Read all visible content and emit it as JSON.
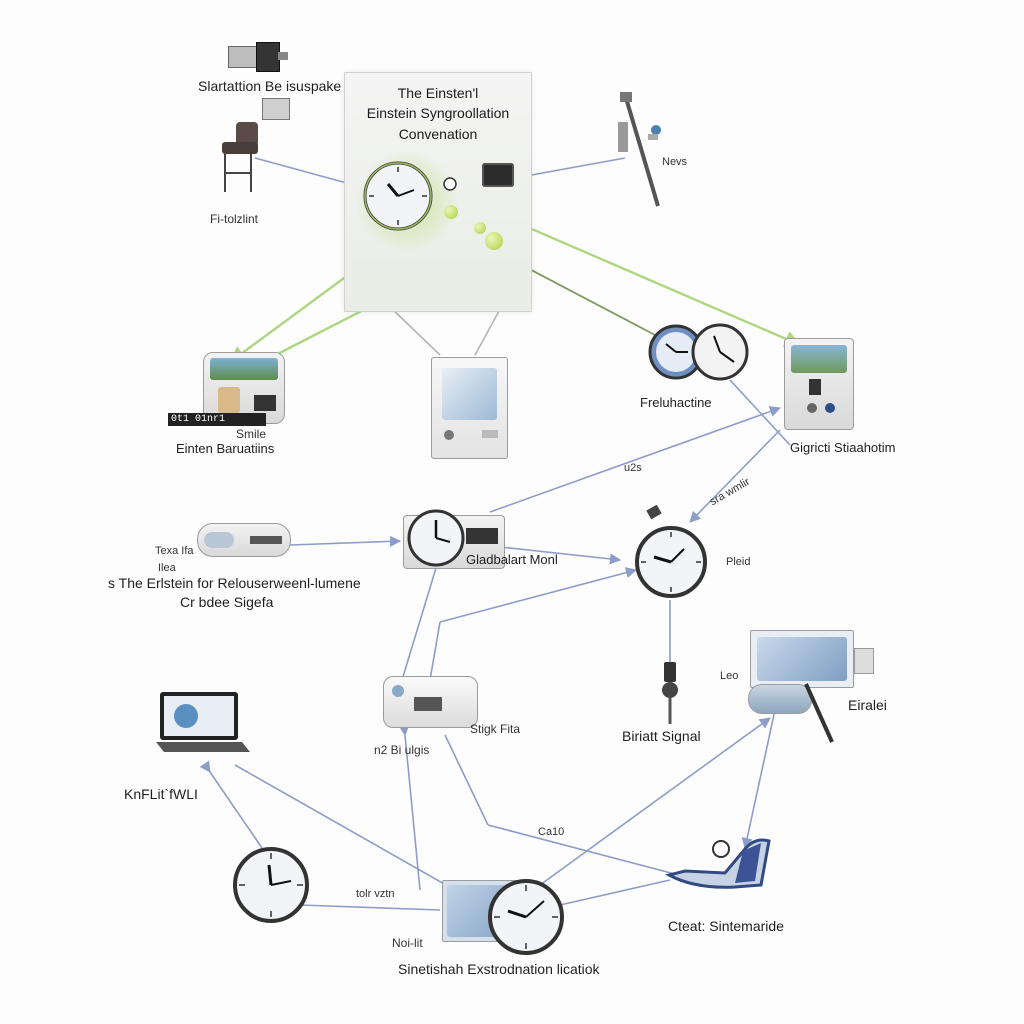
{
  "center": {
    "title_line1": "The Einsten'l",
    "title_line2": "Einstein Syngroollation",
    "title_line3": "Convenation"
  },
  "labels": {
    "slartation": "Slartattion Be isuspake",
    "fi_tolzlint": "Fi-tolzlint",
    "news": "Nevs",
    "smile": "Smile",
    "einten_baruations": "Einten Baruatiins",
    "freluhactine": "Freluhactine",
    "gigricti": "Gigricti Stiaahotim",
    "uzs": "u2s",
    "sra_wmlir": "sra wmlir",
    "texa": "Texa Ifa",
    "ilea": "Ilea",
    "erlstein_main": "s The Erlstein for Relouserweenl-lumene",
    "erlstein_sub": "Cr bdee Sigefa",
    "gladbalart": "Gladbalart Monl",
    "pleid": "Pleid",
    "eiralei": "Eiralei",
    "leo": "Leo",
    "stigk_fita": "Stigk Fita",
    "biriatt_signal": "Biriatt Signal",
    "n2_bi": "n2 Bi ulgis",
    "knfl": "KnFLit`fWLI",
    "cas": "Ca10",
    "tolr_vztn": "tolr vztn",
    "noi_lit": "Noi-lit",
    "cteat": "Cteat: Sintemaride",
    "bottom_caption": "Sinetishah Exstrodnation licatiok",
    "device_tag": "0t1 01nr1"
  },
  "icons": [
    "monitor-device-icon",
    "chair-icon",
    "microscope-icon",
    "clock-icon",
    "control-panel-icon",
    "laptop-icon",
    "stopwatch-icon",
    "scanner-icon"
  ],
  "colors": {
    "wire_blue": "#8c9dc8",
    "wire_green": "#9fd06a",
    "accent_green": "#a9cf3e",
    "clock_face": "#f2f4f7",
    "clock_rim": "#3a3a3a"
  }
}
